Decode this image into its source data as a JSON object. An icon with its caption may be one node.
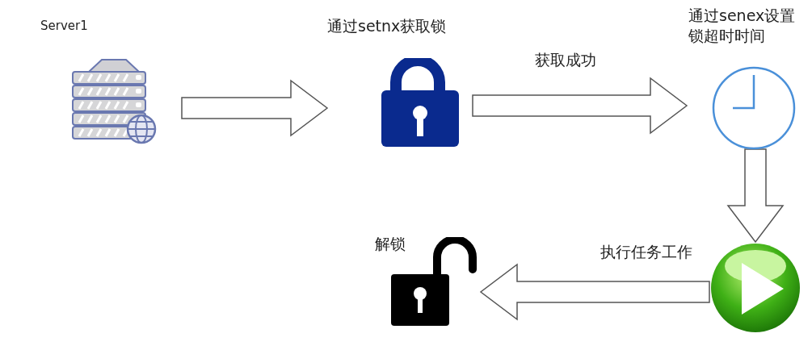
{
  "diagram": {
    "nodes": [
      {
        "text": [
          "Server1"
        ]
      },
      {
        "text": [
          "通过setnx获取锁"
        ]
      },
      {
        "text": [
          "通过senex设置锁超时时间"
        ]
      },
      {
        "text": [],
        "shape": "circle"
      },
      {
        "text": [
          "解锁"
        ]
      }
    ],
    "edges": [
      {
        "from": 0,
        "to": 1,
        "arrow": "to"
      },
      {
        "from": 1,
        "to": 2,
        "arrow": "to",
        "label": "获取成功"
      },
      {
        "from": 2,
        "to": 3,
        "arrow": "to"
      },
      {
        "from": 3,
        "to": 4,
        "arrow": "to",
        "label": "执行任务工作"
      }
    ]
  }
}
